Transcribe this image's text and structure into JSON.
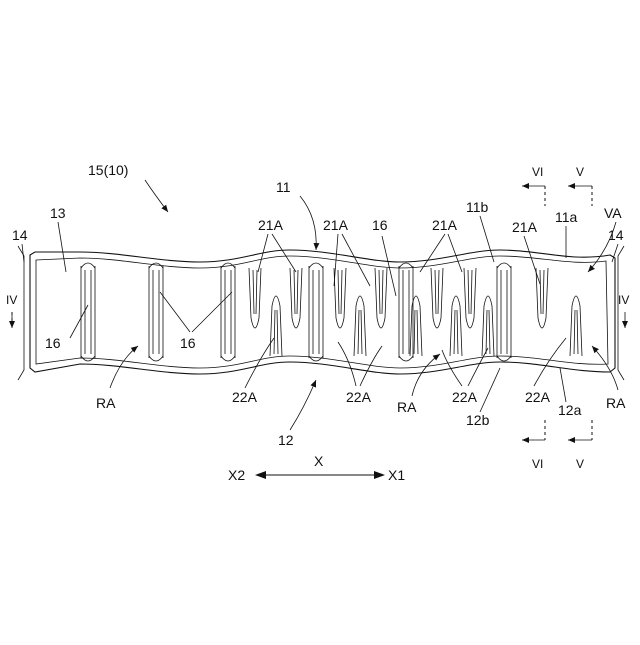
{
  "figure": {
    "title": "15(10)",
    "labels": {
      "l11": "11",
      "l11a": "11a",
      "l11b": "11b",
      "l12": "12",
      "l12a": "12a",
      "l12b": "12b",
      "l13": "13",
      "l14": "14",
      "l16": "16",
      "l21A": "21A",
      "l22A": "22A",
      "RA": "RA",
      "VA": "VA",
      "IV": "IV",
      "V": "V",
      "VI": "VI"
    },
    "axis": {
      "x": "X",
      "x1": "X1",
      "x2": "X2"
    }
  }
}
